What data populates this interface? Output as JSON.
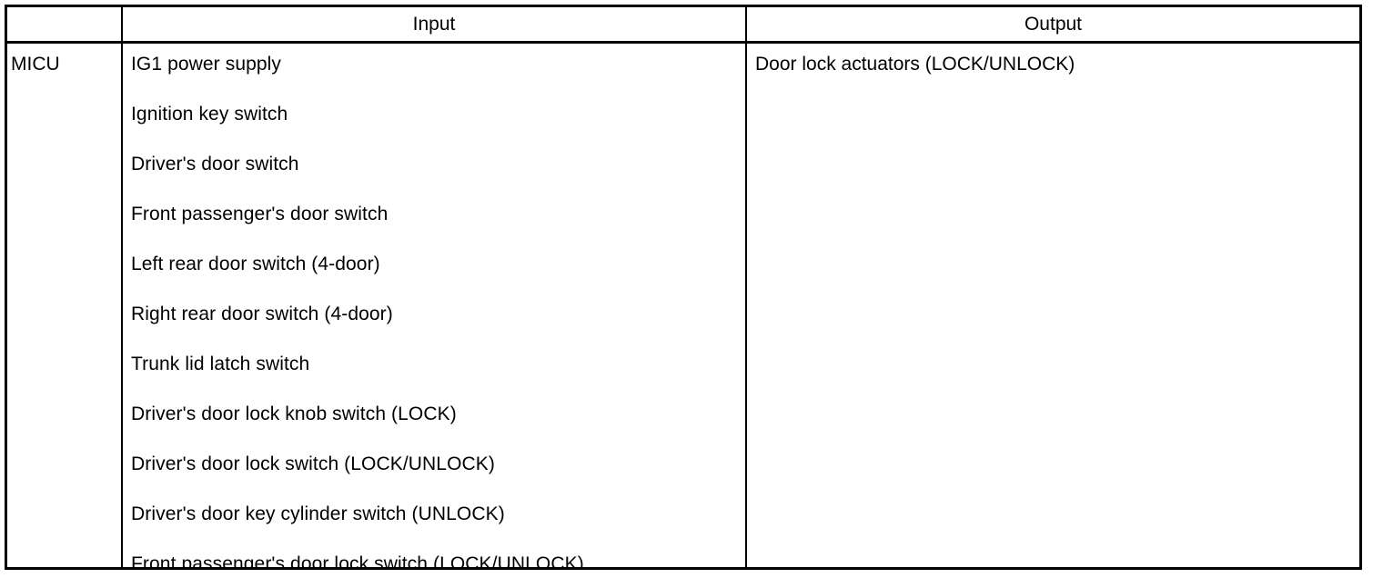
{
  "table": {
    "columns": {
      "unit_header": "",
      "input_header": "Input",
      "output_header": "Output"
    },
    "unit": "MICU",
    "inputs": [
      "IG1 power supply",
      "Ignition key switch",
      "Driver's door switch",
      "Front passenger's door switch",
      "Left rear door switch (4-door)",
      "Right rear door switch (4-door)",
      "Trunk lid latch switch",
      "Driver's door lock knob switch (LOCK)",
      "Driver's door lock switch (LOCK/UNLOCK)",
      "Driver's door key cylinder switch (UNLOCK)",
      "Front passenger's door lock switch (LOCK/UNLOCK)"
    ],
    "outputs": [
      "Door lock actuators (LOCK/UNLOCK)"
    ]
  },
  "colors": {
    "border": "#000000",
    "background": "#ffffff",
    "text": "#000000"
  }
}
